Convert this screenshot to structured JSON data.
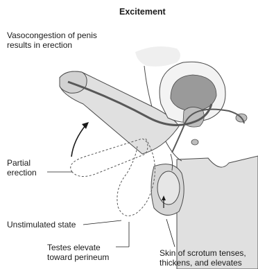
{
  "title": "Excitement",
  "labels": {
    "vasocongestion_line1": "Vasocongestion of penis",
    "vasocongestion_line2": "results in erection",
    "partial_line1": "Partial",
    "partial_line2": "erection",
    "unstimulated": "Unstimulated state",
    "testes_line1": "Testes elevate",
    "testes_line2": "toward perineum",
    "scrotum_line1": "Skin of scrotum tenses,",
    "scrotum_line2": "thickens, and elevates"
  },
  "colors": {
    "body_fill": "#e0e0e0",
    "organ_fill": "#9a9a9a",
    "duct": "#585858",
    "outline": "#4a4a4a"
  }
}
